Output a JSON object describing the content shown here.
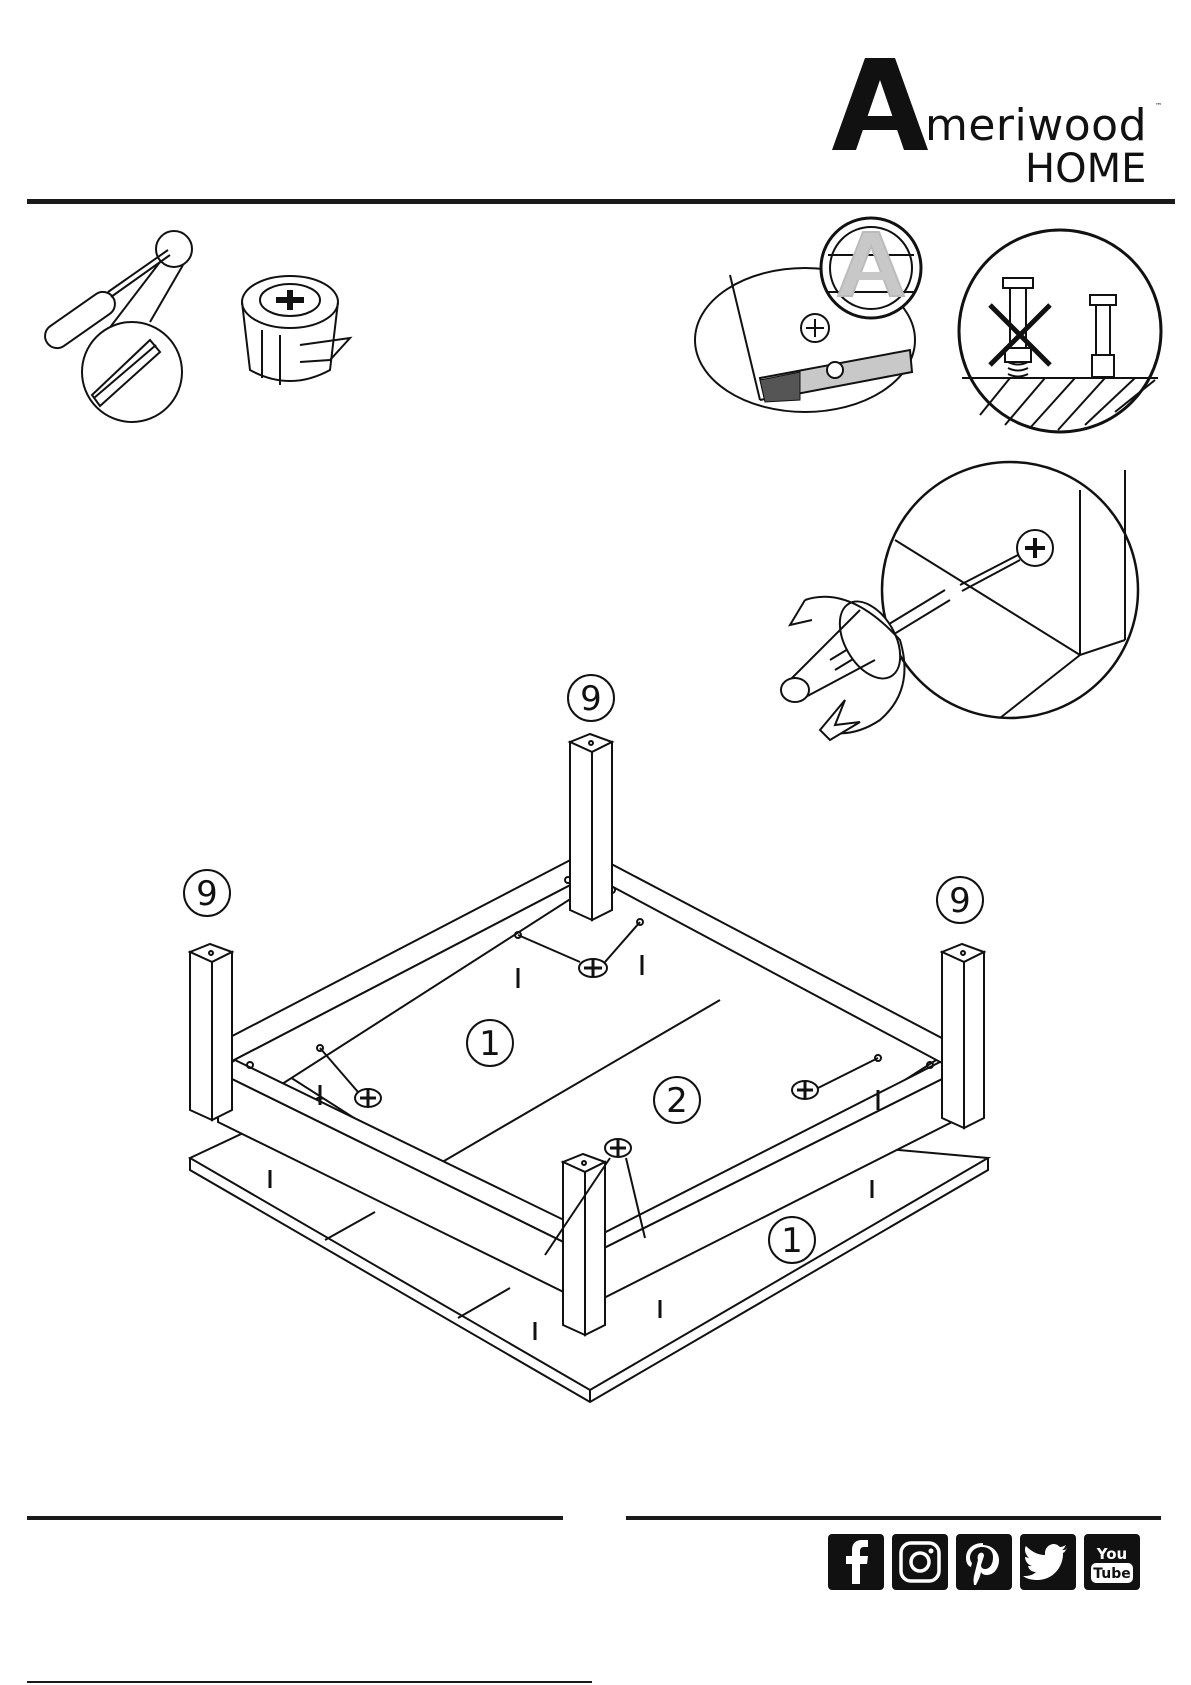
{
  "brand": {
    "initial": "A",
    "name_rest": "meriwood",
    "tm": "™",
    "line2": "HOME"
  },
  "callouts": [
    {
      "id": "leg-back",
      "text": "9"
    },
    {
      "id": "leg-left",
      "text": "9"
    },
    {
      "id": "leg-right",
      "text": "9"
    },
    {
      "id": "panel-1-back",
      "text": "1"
    },
    {
      "id": "panel-2",
      "text": "2"
    },
    {
      "id": "panel-1-front",
      "text": "1"
    }
  ],
  "tools": [
    "phillips-screwdriver-icon",
    "cam-lock-icon"
  ],
  "tips": [
    "mark-a-orientation-icon",
    "do-not-overtighten-icon"
  ],
  "detail": "turn-cam-lock-icon",
  "social": {
    "icons": [
      "facebook-icon",
      "instagram-icon",
      "pinterest-icon",
      "twitter-icon",
      "youtube-icon"
    ],
    "youtube_text_1": "You",
    "youtube_text_2": "Tube"
  },
  "colors": {
    "ink": "#111111",
    "paper": "#ffffff",
    "shade": "#c8c8c8"
  }
}
